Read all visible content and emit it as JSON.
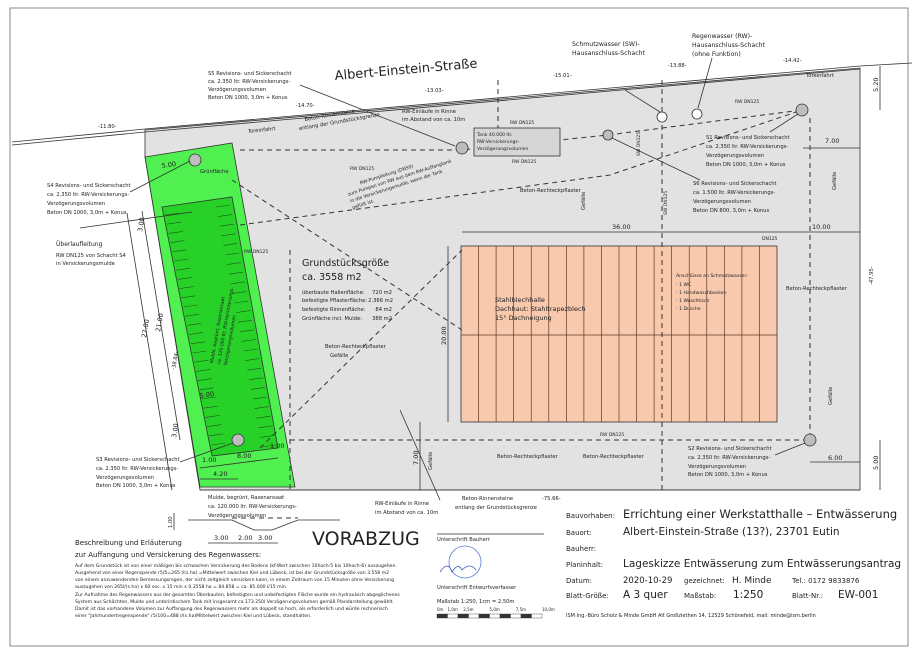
{
  "street_name": "Albert-Einstein-Straße",
  "stamp_label": "VORABZUG",
  "colors": {
    "property": "#e2e2e2",
    "green_area": "#4ff04f",
    "mulde": "#27d127",
    "hall": "#f9c9ad",
    "line": "#333333"
  },
  "street_heights": [
    "-11.80-",
    "-14.70-",
    "-13.03-",
    "-15.01-",
    "-13.88-",
    "-14.42-",
    "-75.66-"
  ],
  "labels": {
    "sw_shaft": [
      "Schmutzwasser (SW)-",
      "Hausanschluss-Schacht"
    ],
    "rw_shaft": [
      "Regenwasser (RW)-",
      "Hausanschluss-Schacht",
      "(ohne Funktion)"
    ],
    "s5": [
      "S5 Revisions- und Sickerschacht",
      "ca. 2.350 ltr. RW-Versickerungs-",
      "Verzögerungsvolumen",
      "Beton DN 1000, 3,0m + Konus"
    ],
    "s1": [
      "S1 Revisions- und Sickerschacht",
      "ca. 2.350 ltr. RW-Versickerungs-",
      "Verzögerungsvolumen",
      "Beton DN 1000, 3,0m + Konus"
    ],
    "s6": [
      "S6 Revisions- und Sickerschacht",
      "ca. 1.500 ltr. RW-Versickerungs-",
      "Verzögerungsvolumen",
      "Beton DN 800, 3,0m + Konus"
    ],
    "s4": [
      "S4 Revisions- und Sickerschacht",
      "ca. 2.350 ltr. RW-Versickerungs-",
      "Verzögerungsvolumen",
      "Beton DN 1000, 3,0m + Konus"
    ],
    "s3": [
      "S3 Revisions- und Sickerschacht",
      "ca. 2.350 ltr. RW-Versickerungs-",
      "Verzögerungsvolumen",
      "Beton DN 1000, 3,0m + Konus"
    ],
    "s2": [
      "S2 Revisions- und Sickerschacht",
      "ca. 2.350 ltr. RW-Versickerungs-",
      "Verzögerungsvolumen",
      "Beton DN 1000, 3,0m + Konus"
    ],
    "tank": [
      "Tank 40.000 ltr.",
      "RW-Versickerungs-",
      "Verzögerungsvolumen"
    ],
    "overflow": [
      "Überlaufleitung",
      "RW DN125 von Schacht S4",
      "in Versickerungsmulde"
    ],
    "mulde": [
      "Mulde, begrünt, Rasenansaat",
      "ca. 120.000 ltr. RW-Versickerungs-",
      "Verzögerungsvolumen"
    ],
    "mulde_inner": [
      "Mulde, begrünt, Rasenansaat",
      "ca. 120.000 ltr. RW-Versickerungs-",
      "Verzögerungsvolumen"
    ],
    "pump_line": [
      "RW-Pumpleitung (DN50)",
      "zum Pumpen von RW aus dem RW-Auffangtank",
      "in die Versickerungsmulde, wenn der Tank",
      "gefüllt ist."
    ],
    "inlet_top": [
      "RW-Einläufe in Rinne",
      "im Abstand von ca. 10m"
    ],
    "inlet_bottom": [
      "RW-Einläufe in Rinne",
      "im Abstand von ca. 10m"
    ],
    "curb_top": [
      "Beton-Rinnensteine",
      "entlang der Grundstücksgrenze"
    ],
    "curb_bottom": [
      "Beton-Rinnensteine",
      "entlang der Grundstücksgrenze"
    ],
    "gate_left": "Toreinfahrt",
    "gate_right": "Toreinfahrt",
    "green_area": "Grünfläche",
    "paving": "Beton-Rechteckpflaster",
    "slope": "Gefälle",
    "pipe": "RW DN125",
    "pipe_sw": "SW DN125",
    "dn125": "DN125"
  },
  "plot": {
    "title": "Grundstücksgröße",
    "size": "ca. 3558 m2",
    "areas": [
      {
        "label": "überbaute Hallenfläche:",
        "value": "720 m2"
      },
      {
        "label": "befestigte Pflasterfläche:",
        "value": "2.366 m2"
      },
      {
        "label": "befestigte Rinnenfläche:",
        "value": "84 m2"
      },
      {
        "label": "Grünfläche incl. Mulde:",
        "value": "388 m2"
      }
    ]
  },
  "hall": {
    "lines": [
      "Stahlblechhalle",
      "Dachhaut: Stahltrapezblech",
      "15° Dachneigung"
    ],
    "connections_title": "Anschlüsse an Schmutzwasser:",
    "connections": [
      "- 1 WC",
      "- 1 Handwaschbecken",
      "- 1 Waschtisch",
      "- 1 Dusche"
    ]
  },
  "dimensions": {
    "hall_width": "36.00",
    "hall_depth": "20.00",
    "d_7_top": "7.00",
    "d_10": "10.00",
    "d_520": "5.20",
    "d_500": "5.00",
    "d_600": "6.00",
    "d_700": "7.00",
    "d_4795": "-47.95-",
    "green_500_top": "5.00",
    "green_500_mid": "5.00",
    "d_300_top": "3.00",
    "d_300_bot": "3.00",
    "d_2700": "27.00",
    "d_2100": "21.00",
    "d_3884": "-38.84-",
    "d_100_l": "1.00",
    "d_800": "8.00",
    "d_100_r": "1.00",
    "d_420": "4.20",
    "section": [
      "3.00",
      "2.00",
      "3.00"
    ],
    "section_depth": "1.00"
  },
  "description": {
    "heading": [
      "Beschreibung und Erläuterung",
      "zur Auffangung und Versickerung des Regenwassers:"
    ],
    "lines": [
      "Auf dem Grundstück ist von einer mäßigen bis  schwachen Versickerung des Bodens (kf-Wert  zwischen 10hoch-5 bis 10hoch-6) auszugehen.",
      "Ausgehend von einer Regenspende r5/5=265 l/(s.ha) =Mittelwert zwischen Kiel und Lübeck, ist bei der Grundstücksgröße von 3.558 m2",
      "von einem anzuwendenden Bemessungsregen, der nicht  zeitgleich versickern kann, in einem Zeitraum von  15 Minuten ohne Versickerung",
      "auszugehen von 265l/(s.ha) x 60 sec. x 15 min x 0,3558 ha = 84.858 = ca. 85.000 l/15 min.",
      "Zur Aufnahme des Regenwassers aus der gesamten Überbauten, befestigten und unbefestigten Fläche  wurde ein hydraulsich abgeglichenes",
      "System aus Schächten, Mulde und unterirdischem Tank mit insgesamt ca 173.250l Verzögerungsvolumen  gemäß Plandarstellung gewählt.",
      "Damit ist das vorhandene Volumen zur Auffangung  des Regenwassers mehr als doppelt so hoch, als erforderlich und würde rechnerisch",
      "einer \"Jahrhundertregenspende\" r5/100=488 l/(s.ha)Mittelwert zwischen Kiel und Lübeck, standhalten."
    ]
  },
  "signatures": {
    "owner": "Unterschrift Bauherr",
    "designer": "Unterschrift Entwurfsverfasser",
    "scale_title": "Maßstab 1:250, 1cm = 2,50m",
    "scale_ticks": [
      "0m",
      "1,0m",
      "2,5m",
      "5,0m",
      "7,5m",
      "10,0m"
    ]
  },
  "title_block": {
    "project_label": "Bauvorhaben:",
    "project": "Errichtung einer Werkstatthalle – Entwässerung",
    "site_label": "Bauort:",
    "site": "Albert-Einstein-Straße (13?), 23701 Eutin",
    "owner_label": "Bauherr:",
    "owner": "",
    "content_label": "Planinhalt:",
    "content": "Lageskizze Entwässerung zum Entwässerungsantrag",
    "date_label": "Datum:",
    "date": "2020-10-29",
    "drawn_label": "gezeichnet:",
    "drawn": "H. Minde",
    "tel": "Tel.: 0172 9833876",
    "size_label": "Blatt-Größe:",
    "size": "A 3 quer",
    "scale_label": "Maßstab:",
    "scale": "1:250",
    "sheet_label": "Blatt-Nr.:",
    "sheet": "EW-001",
    "footer": "ISM Ing.-Büro Scholz & Minde GmbH    Alt Großziethen 14, 12529 Schönefeld, mail: minde@ism.berlin"
  }
}
